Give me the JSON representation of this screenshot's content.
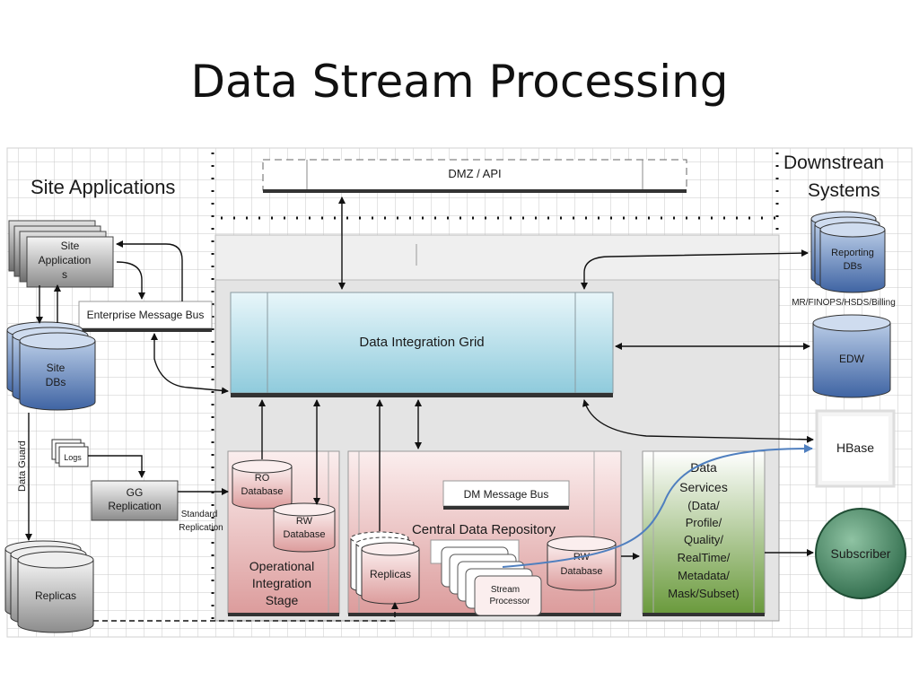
{
  "title": "Data Stream Processing",
  "labels": {
    "site_applications": "Site Applications",
    "downstream": [
      "Downstrean",
      "Systems"
    ],
    "dmz_api": "DMZ / API",
    "site_app_stack": [
      "Site",
      "Application",
      "s"
    ],
    "enterprise_message_bus": "Enterprise Message Bus",
    "site_dbs": [
      "Site",
      "DBs"
    ],
    "data_guard": "Data Guard",
    "logs": "Logs",
    "gg_replication": [
      "GG",
      "Replication"
    ],
    "standard_replication": [
      "Standard",
      "Replication"
    ],
    "replicas_left": "Replicas",
    "data_integration_grid": "Data Integration Grid",
    "ro_database": [
      "RO",
      "Database"
    ],
    "rw_database_ois": [
      "RW",
      "Database"
    ],
    "operational_integration_stage": [
      "Operational",
      "Integration",
      "Stage"
    ],
    "dm_message_bus": "DM Message Bus",
    "central_data_repository": "Central Data Repository",
    "replicas_center": "Replicas",
    "stream_processor": [
      "Stream",
      "Processor"
    ],
    "rw_database_cdr": [
      "RW",
      "Database"
    ],
    "data_services": [
      "Data",
      "Services",
      "(Data/",
      "Profile/",
      "Quality/",
      "RealTime/",
      "Metadata/",
      "Mask/Subset)"
    ],
    "reporting_dbs": [
      "Reporting",
      "DBs"
    ],
    "mr_finops": "MR/FINOPS/HSDS/Billing",
    "edw": "EDW",
    "hbase": "HBase",
    "subscriber": "Subscriber"
  },
  "colors": {
    "grid_top": "#e8f6fa",
    "grid_bottom": "#8fcbdc",
    "db_top": "#b8cbe6",
    "db_bottom": "#3f64a3",
    "pink_top": "#fbeeee",
    "pink_bottom": "#dc9c9c",
    "green_top": "#ffffff",
    "green_bottom": "#6a9a3c",
    "gray_top": "#f2f2f2",
    "gray_bottom": "#8c8c8c",
    "subscriber": "#2f6b4b",
    "stream_line": "#4f7fbf"
  }
}
